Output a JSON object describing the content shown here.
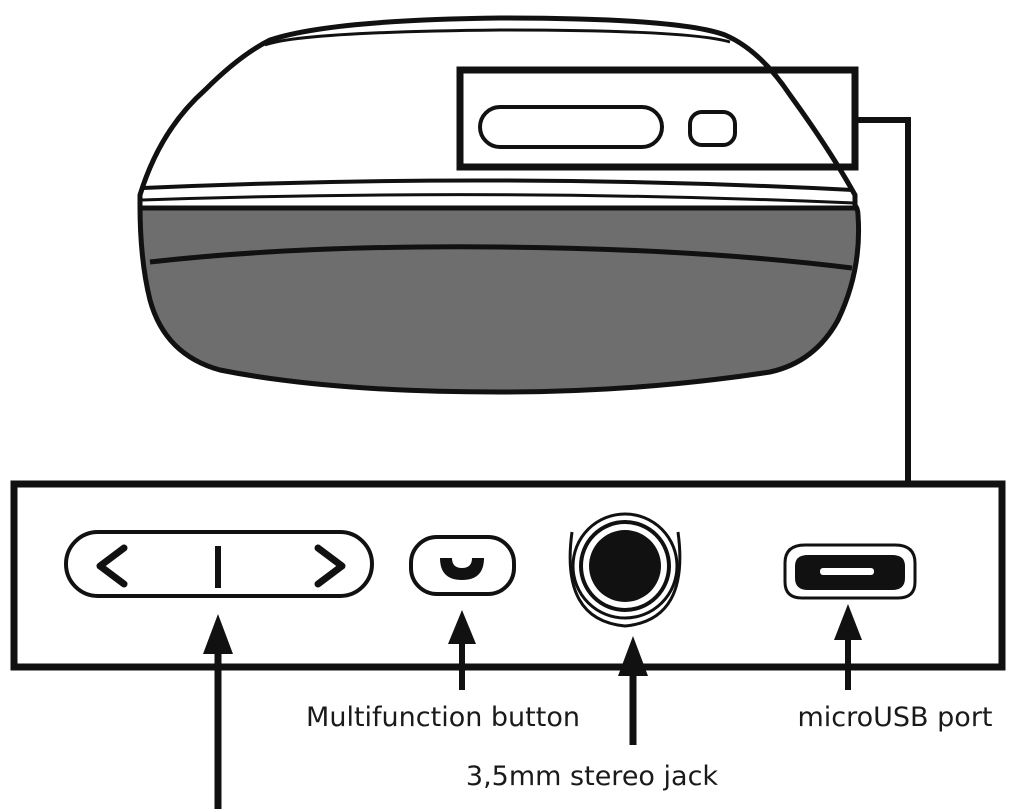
{
  "labels": {
    "multifunction_button": "Multifunction button",
    "microusb_port": "microUSB port",
    "stereo_jack": "3,5mm stereo jack"
  },
  "colors": {
    "ink": "#111111",
    "cushion": "#6e6e6e",
    "cushion_dark": "#5a5a5a",
    "background": "#ffffff"
  },
  "icons": {
    "volume_prev": "chevron-left-icon",
    "volume_next": "chevron-right-icon"
  }
}
